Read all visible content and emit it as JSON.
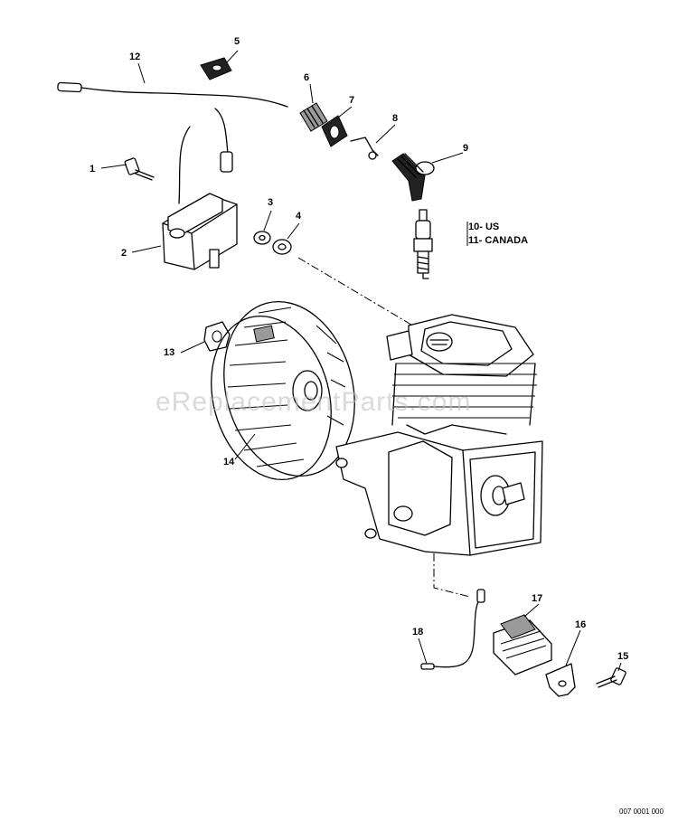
{
  "callouts": [
    "1",
    "2",
    "3",
    "4",
    "5",
    "6",
    "7",
    "8",
    "9",
    "12",
    "13",
    "14",
    "15",
    "16",
    "17",
    "18"
  ],
  "notes": {
    "us": "10- US",
    "canada": "11- CANADA"
  },
  "reference_code": "007 0001 000",
  "watermark": "eReplacementParts.com",
  "colors": {
    "line": "#000000",
    "background": "#ffffff",
    "watermark": "#bdbdbd"
  }
}
